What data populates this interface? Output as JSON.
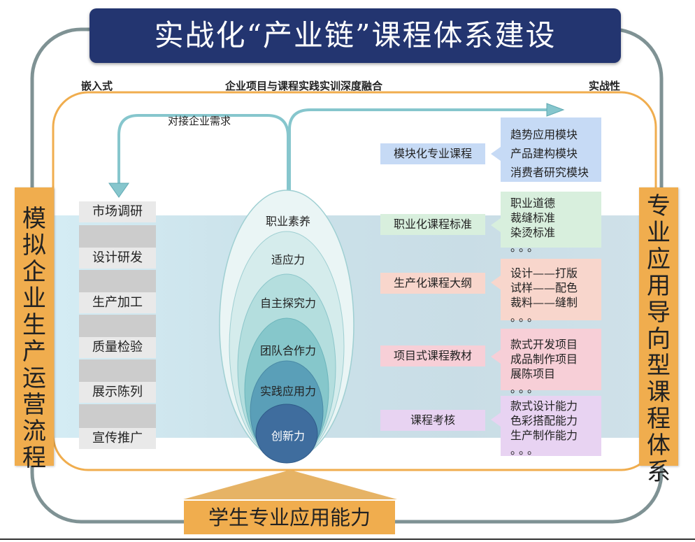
{
  "title": "实战化“产业链”课程体系建设",
  "top_labels": {
    "left": "嵌入式",
    "center": "企业项目与课程实践实训深度融合",
    "right": "实战性"
  },
  "arrow_label": "对接企业需求",
  "left_side": "模拟企业生产运营流程",
  "right_side": "专业应用导向型课程体系",
  "stages": [
    "市场调研",
    "设计研发",
    "生产加工",
    "质量检验",
    "展示陈列",
    "宣传推广"
  ],
  "abilities": [
    "职业素养",
    "适应力",
    "自主探究力",
    "团队合作力",
    "实践应用力",
    "创新力"
  ],
  "courses": [
    {
      "name": "模块化专业课程",
      "details": [
        "趋势应用模块",
        "产品建构模块",
        "消费者研究模块"
      ],
      "color": "#c6daf5",
      "detail_color": "#c6daf5"
    },
    {
      "name": "职业化课程标准",
      "details": [
        "职业道德",
        "裁缝标准",
        "染烫标准",
        "。。。"
      ],
      "color": "#d8efdd",
      "detail_color": "#d8efdd"
    },
    {
      "name": "生产化课程大纲",
      "details": [
        "设计——打版",
        "试样——配色",
        "裁料——缝制",
        "。。。"
      ],
      "color": "#f8d6cc",
      "detail_color": "#f8d6cc"
    },
    {
      "name": "项目式课程教材",
      "details": [
        "款式开发项目",
        "成品制作项目",
        "展陈项目",
        "。。。"
      ],
      "color": "#f7cfd7",
      "detail_color": "#f7cfd7"
    },
    {
      "name": "课程考核",
      "details": [
        "款式设计能力",
        "色彩搭配能力",
        "生产制作能力",
        "。。。"
      ],
      "color": "#e8d3f2",
      "detail_color": "#e8d3f2"
    }
  ],
  "bottom_label": "学生专业应用能力",
  "colors": {
    "title_bg": "#233570",
    "orange": "#f0ad4e",
    "teal_arrow": "#7fc1c9",
    "frame_gray": "#7f9294"
  }
}
